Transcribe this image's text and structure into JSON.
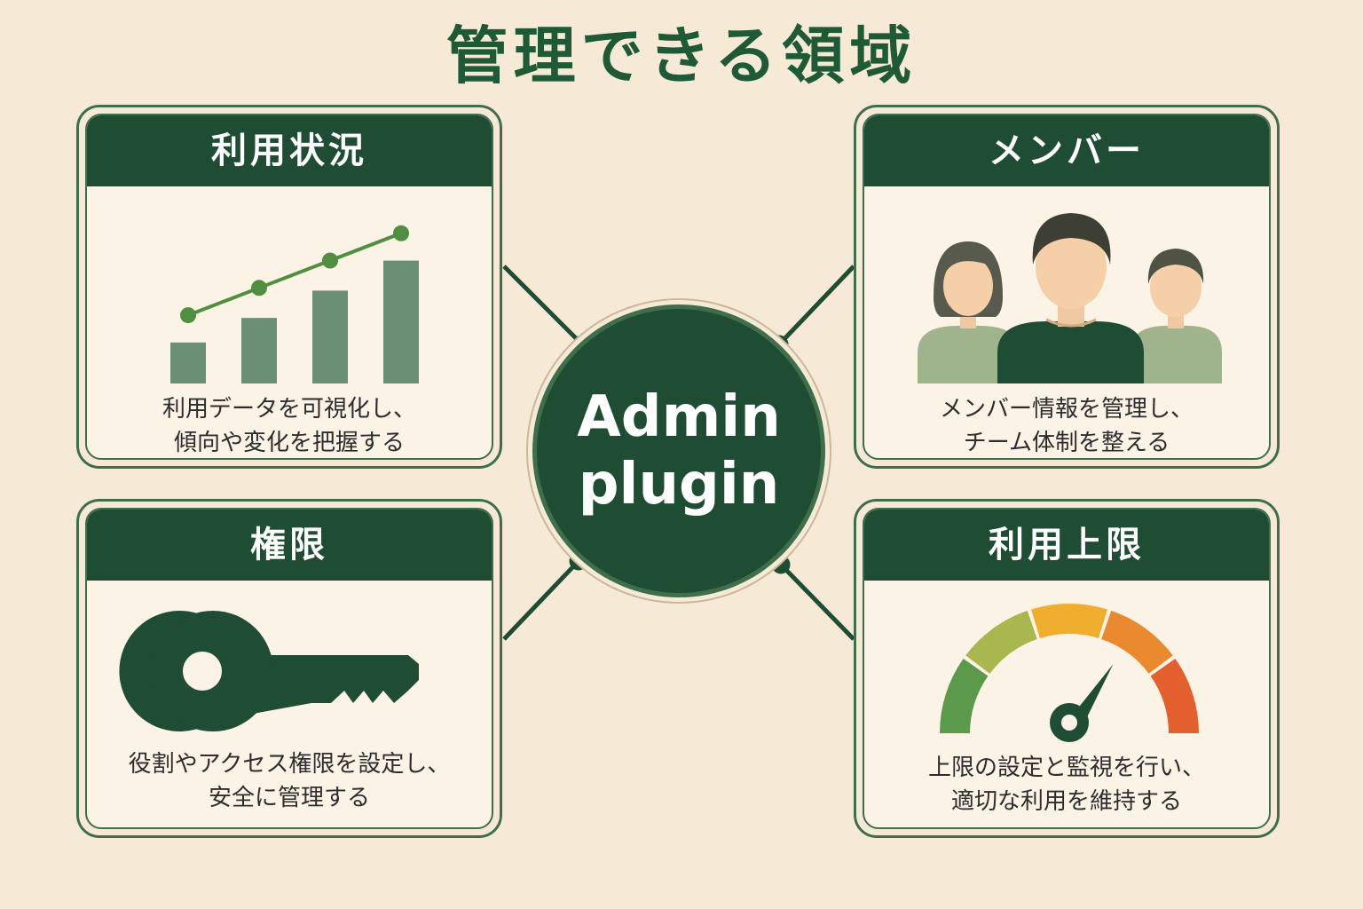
{
  "title": "管理できる領域",
  "hub": {
    "line1": "Admin",
    "line2": "plugin"
  },
  "cards": {
    "usage": {
      "header": "利用状況",
      "desc_line1": "利用データを可視化し、",
      "desc_line2": "傾向や変化を把握する",
      "icon": "bar-line-chart-icon",
      "chart_data": {
        "type": "bar",
        "categories": [
          "",
          "",
          "",
          ""
        ],
        "values": [
          1.5,
          2.4,
          3.4,
          4.5
        ],
        "trend": [
          2.5,
          3.5,
          4.5,
          5.5
        ],
        "ylim": [
          0,
          6.5
        ]
      }
    },
    "members": {
      "header": "メンバー",
      "desc_line1": "メンバー情報を管理し、",
      "desc_line2": "チーム体制を整える",
      "icon": "people-group-icon"
    },
    "permissions": {
      "header": "権限",
      "desc_line1": "役割やアクセス権限を設定し、",
      "desc_line2": "安全に管理する",
      "icon": "key-icon"
    },
    "limits": {
      "header": "利用上限",
      "desc_line1": "上限の設定と監視を行い、",
      "desc_line2": "適切な利用を維持する",
      "icon": "gauge-icon",
      "gauge_level": 0.68
    }
  },
  "colors": {
    "primary": "#1f4d33",
    "accent": "#4f8f3f",
    "bar": "#6a8f72",
    "background": "#f6ead6",
    "gauge": [
      "#5a9a4a",
      "#a8b84e",
      "#f0ae2e",
      "#ea8a2e",
      "#e4612e"
    ]
  }
}
